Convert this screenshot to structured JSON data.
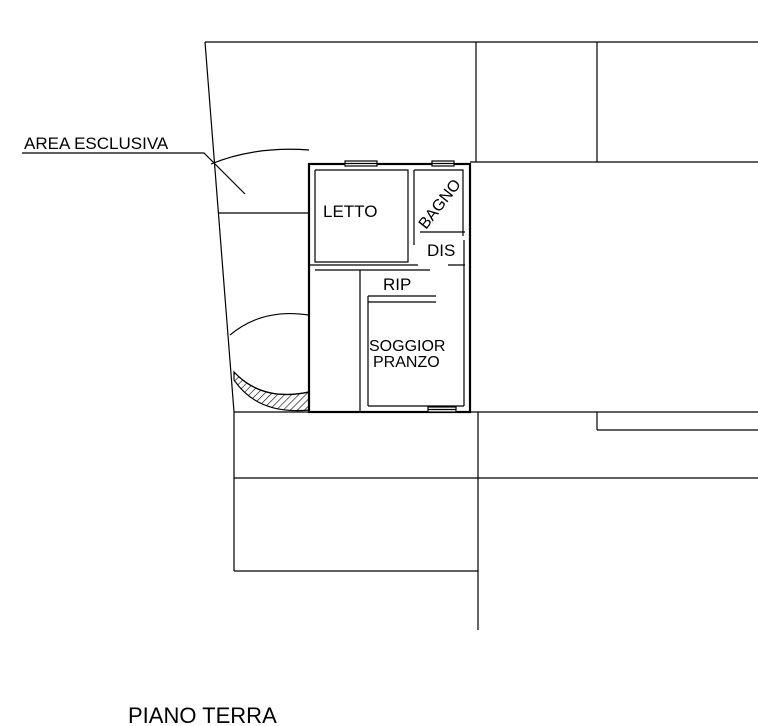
{
  "labels": {
    "area_esclusiva": "AREA ESCLUSIVA",
    "letto": "LETTO",
    "bagno": "BAGNO",
    "dis": "DIS",
    "rip": "RIP",
    "soggiorno_line1": "SOGGIOR",
    "soggiorno_line2": "PRANZO",
    "floor_title": "PIANO TERRA"
  }
}
